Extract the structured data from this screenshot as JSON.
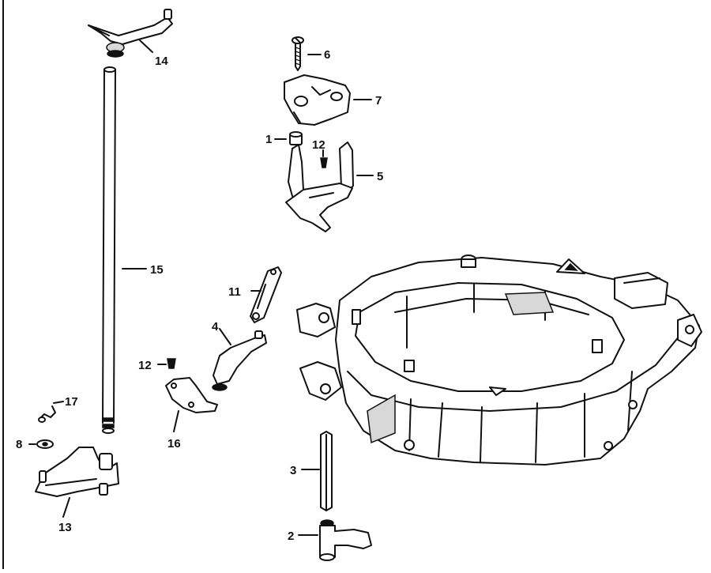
{
  "callouts": [
    {
      "id": "c1",
      "label": "1"
    },
    {
      "id": "c2",
      "label": "2"
    },
    {
      "id": "c3",
      "label": "3"
    },
    {
      "id": "c4",
      "label": "4"
    },
    {
      "id": "c5",
      "label": "5"
    },
    {
      "id": "c6",
      "label": "6"
    },
    {
      "id": "c7",
      "label": "7"
    },
    {
      "id": "c8",
      "label": "8"
    },
    {
      "id": "c11",
      "label": "11"
    },
    {
      "id": "c12a",
      "label": "12"
    },
    {
      "id": "c12b",
      "label": "12"
    },
    {
      "id": "c13",
      "label": "13"
    },
    {
      "id": "c14",
      "label": "14"
    },
    {
      "id": "c15",
      "label": "15"
    },
    {
      "id": "c16",
      "label": "16"
    },
    {
      "id": "c17",
      "label": "17"
    }
  ]
}
